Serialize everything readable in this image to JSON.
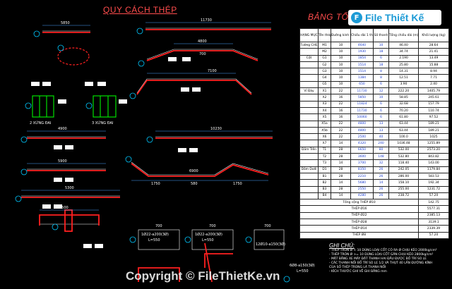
{
  "header": {
    "left_title": "QUY CÁCH THÉP",
    "right_title": "BẢNG TỔNG",
    "logo_text": "File Thiết Kế"
  },
  "watermark": "Copyright © FileThietKe.vn",
  "colors": {
    "background": "#000000",
    "title": "#ff4d4d",
    "bar_green": "#00e000",
    "bar_red": "#ff2020",
    "dim_blue": "#4aa3ff",
    "accent_cyan": "#00c8ff"
  },
  "drawing_labels": {
    "l5850": "5850",
    "l11730": "11730",
    "l4800": "4800",
    "l700a": "700",
    "l7100": "7100",
    "l4900": "4900",
    "l10230": "10230",
    "l6900": "6900",
    "l1750a": "1750",
    "l1750b": "1750",
    "l580": "580",
    "l5900": "5900",
    "l5300": "5300",
    "l700b": "700",
    "l700c": "700",
    "l700d": "700",
    "l1500": "1500",
    "l2cd": "2 XỨNG ĐAI",
    "l3cd": "3 XỨNG ĐAI",
    "s1": "1Ø22-a200(3Ø)",
    "s1b": "L=550",
    "s2": "1Ø22-a200(3Ø)",
    "s2b": "L=550",
    "s3": "12Ø10-a150(3Ø)",
    "s4": "6Ø8-a150(3Ø)",
    "s4b": "L=550"
  },
  "table": {
    "headers": [
      "HẠNG MỤC",
      "Tên thép",
      "Đường kính (mm)",
      "Chiều dài 1 thanh (mm)",
      "Số thanh",
      "Tổng chiều dài (m)",
      "Khối lượng (kg)"
    ],
    "rows": [
      [
        "Tường CHE",
        "M1",
        "10",
        "4640",
        "10",
        "46.40",
        "28.64"
      ],
      [
        "",
        "M2",
        "10",
        "1930",
        "18",
        "34.74",
        "21.41"
      ],
      [
        "Cột",
        "G1",
        "10",
        "1854",
        "6",
        "2.190",
        "13.49"
      ],
      [
        "",
        "G2",
        "10",
        "1514",
        "18",
        "25.80",
        "15.88"
      ],
      [
        "",
        "G3",
        "10",
        "1514",
        "8",
        "14.31",
        "8.94"
      ],
      [
        "",
        "G4",
        "10",
        "1384",
        "8",
        "12.51",
        "7.71"
      ],
      [
        "",
        "G5",
        "10",
        "650",
        "6",
        "3.90",
        "2.40"
      ],
      [
        "Vỉ Đáy",
        "X1",
        "22",
        "11730",
        "12",
        "222.20",
        "1405.79"
      ],
      [
        "",
        "X2",
        "16",
        "5850",
        "10",
        "58.85",
        "245.61"
      ],
      [
        "",
        "X3",
        "22",
        "11824",
        "6",
        "32.68",
        "157.79"
      ],
      [
        "",
        "X4",
        "16",
        "11730",
        "6",
        "70.20",
        "110.74"
      ],
      [
        "",
        "X5",
        "16",
        "10060",
        "6",
        "61.80",
        "97.52"
      ],
      [
        "",
        "X5a",
        "22",
        "4800",
        "13",
        "63.44",
        "189.21"
      ],
      [
        "",
        "X5b",
        "22",
        "4800",
        "13",
        "63.44",
        "189.21"
      ],
      [
        "",
        "X6",
        "22",
        "2500",
        "40",
        "100.0",
        "1025"
      ],
      [
        "",
        "X7",
        "14",
        "4320",
        "240",
        "1036.48",
        "1255.89"
      ],
      [
        "Dầm Trên",
        "T1",
        "28",
        "6650",
        "80",
        "532.00",
        "2573.20"
      ],
      [
        "",
        "T2",
        "28",
        "3600",
        "148",
        "532.80",
        "843.82"
      ],
      [
        "",
        "T3",
        "14",
        "3700",
        "32",
        "118.40",
        "143.00"
      ],
      [
        "Dầm Dưới",
        "D1",
        "28",
        "8350",
        "26",
        "242.05",
        "1179.84"
      ],
      [
        "",
        "B1",
        "28",
        "2210",
        "26",
        "286.00",
        "583.53"
      ],
      [
        "",
        "B2",
        "14",
        "5680",
        "14",
        "158.10",
        "192.34"
      ],
      [
        "",
        "B3",
        "28",
        "2550",
        "26",
        "255.00",
        "1231.72"
      ],
      [
        "",
        "B4",
        "14",
        "4280",
        "26",
        "238.72",
        "57.20"
      ]
    ],
    "summary": [
      [
        "Tổng cộng THÉP Ø10",
        "142.75"
      ],
      [
        "THÉP Ø16",
        "5577.31"
      ],
      [
        "THÉP Ø22",
        "2385.13"
      ],
      [
        "THÉP Ø28",
        "3139.1"
      ],
      [
        "THÉP Ø14",
        "2339.39"
      ],
      [
        "THÉP Ø8",
        "57.20"
      ]
    ]
  },
  "notes": {
    "heading": "GHI CHÚ:",
    "lines": [
      "- THÉP TRÒN Ø < 10 DÙNG LOẠI CỐT CÓ RA Ø CHỊU KÉO 2000kg/cm²",
      "- THÉP TRÒN Ø >= 10 DÙNG LOẠI CỐT GÂN CHỊU KÉO 2800kg/cm²",
      "- MẶT BẰNG XE MÁY ĐẶT THANH HAI ĐẦU ĐƯỢC BỐ TRÍ SO LE",
      "- CÁC THANH NỐI BỐ TRÍ SO LE 1/2 VÀ THỤT 40 LẦN ĐƯỜNG KÍNH",
      "  CỦA SỐ THÉP TRONG LÀ THANH NỐI",
      "- KÍCH THƯỚC GHI VỀ GHI BẰNG mm"
    ]
  }
}
